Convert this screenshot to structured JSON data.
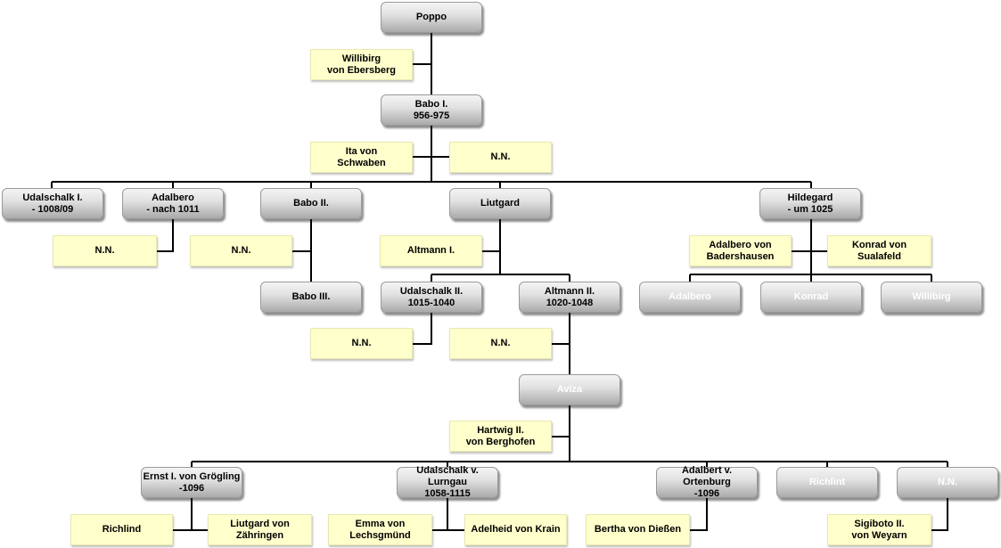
{
  "accent": {
    "person_gradient_top": "#f4f4f4",
    "person_gradient_bottom": "#a9a9a9",
    "spouse_fill": "#ffffcc",
    "line": "#000000"
  },
  "persons": {
    "poppo": "Poppo",
    "babo1": "Babo I.\n956-975",
    "udalschalk1": "Udalschalk I.\n- 1008/09",
    "adalbero": "Adalbero\n- nach 1011",
    "babo2": "Babo II.",
    "liutgard": "Liutgard",
    "hildegard": "Hildegard\n- um 1025",
    "babo3": "Babo III.",
    "udalschalk2": "Udalschalk II.\n1015-1040",
    "altmann2": "Altmann II.\n1020-1048",
    "adalbero_h": "Adalbero",
    "konrad": "Konrad",
    "willibirg_h": "Willibirg",
    "aviza": "Aviza",
    "ernst1": "Ernst I. von Grögling\n-1096",
    "udalschalk_lurngau": "Udalschalk v. Lurngau\n1058-1115",
    "adalbert_ortenburg": "Adalbert v. Ortenburg\n-1096",
    "richlint": "Richlint",
    "nn_child": "N.N."
  },
  "spouses": {
    "willibirg": "Willibirg\nvon Ebersberg",
    "ita": "Ita von\nSchwaben",
    "nn_babo1": "N.N.",
    "nn_adalbero": "N.N.",
    "nn_babo2": "N.N.",
    "altmann1": "Altmann I.",
    "adalbero_badershausen": "Adalbero von\nBadershausen",
    "konrad_sualafeld": "Konrad von\nSualafeld",
    "nn_udalschalk2": "N.N.",
    "nn_altmann2": "N.N.",
    "hartwig2": "Hartwig II.\nvon Berghofen",
    "richlind": "Richlind",
    "liutgard_zaehringen": "Liutgard von\nZähringen",
    "emma": "Emma von\nLechsgmünd",
    "adelheid": "Adelheid von Krain",
    "bertha": "Bertha von Dießen",
    "sigiboto": "Sigiboto II.\nvon Weyarn"
  }
}
